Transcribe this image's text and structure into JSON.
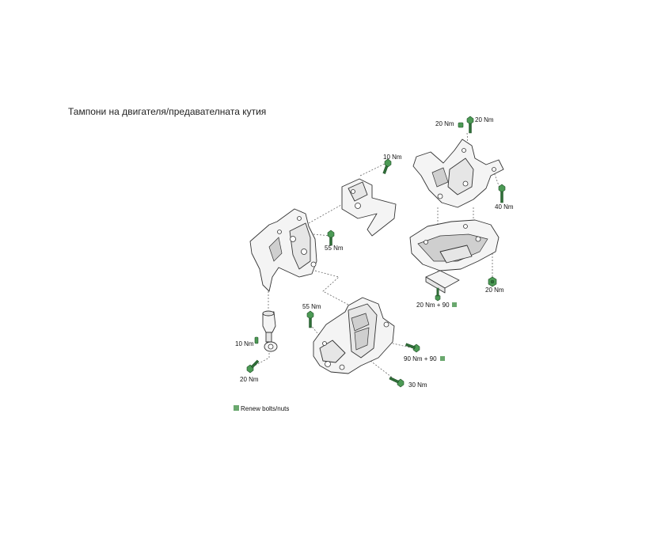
{
  "title": "Тампони на двигателя/предавателната кутия",
  "labels": {
    "t20a": "20 Nm",
    "t20b": "20 Nm",
    "t10a": "10 Nm",
    "t40": "40 Nm",
    "t55a": "55 Nm",
    "t20c": "20 Nm",
    "t20d": "20 Nm + 90",
    "t55b": "55 Nm",
    "t10b": "10 Nm",
    "t90": "90 Nm + 90",
    "t20e": "20 Nm",
    "t30": "30 Nm"
  },
  "legend": {
    "text": "Renew bolts/nuts",
    "color": "#6aa86e"
  },
  "colors": {
    "bolt": "#4c9a55",
    "part": "#f4f4f4"
  }
}
